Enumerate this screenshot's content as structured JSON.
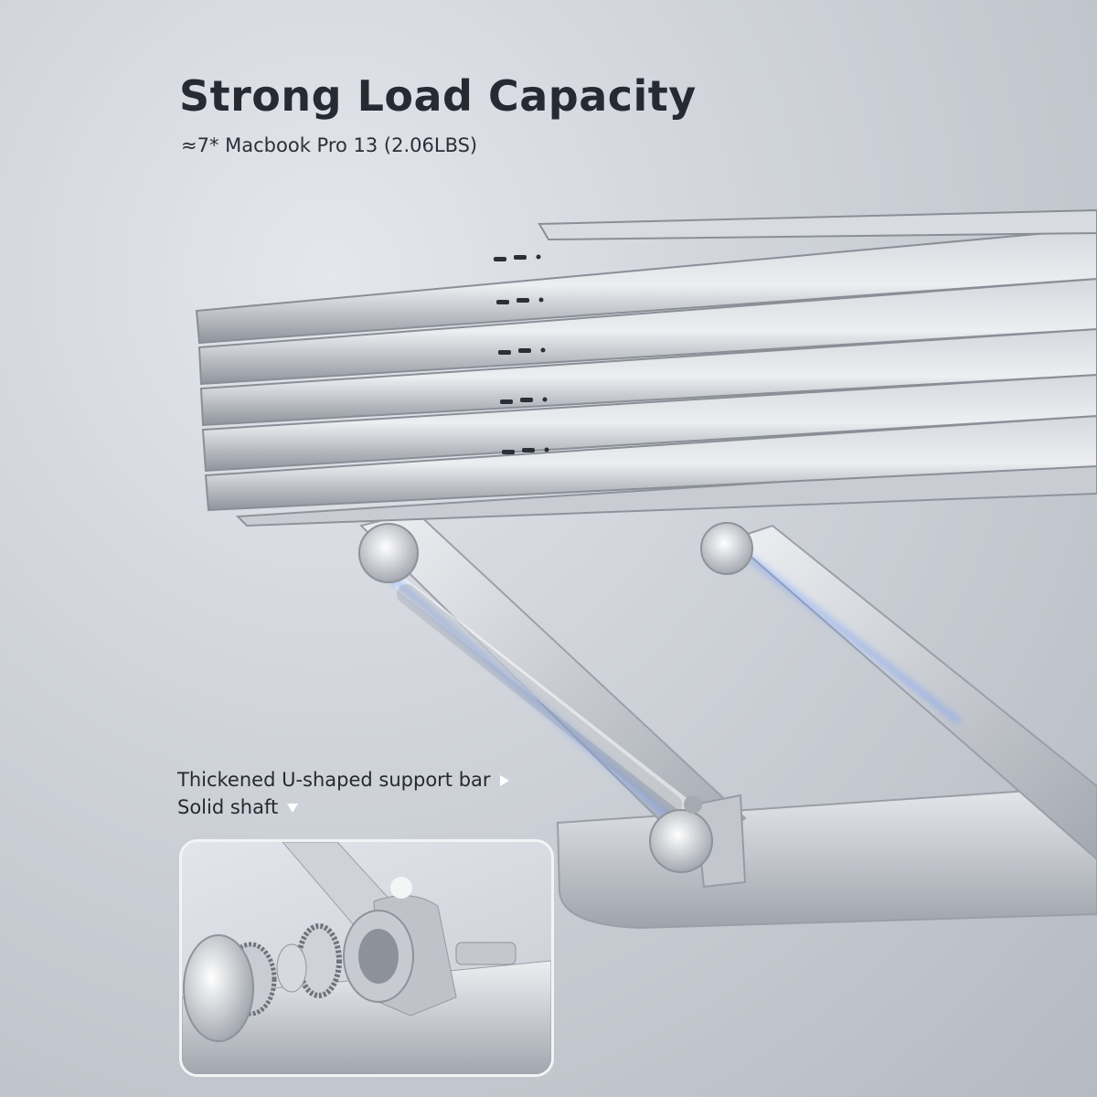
{
  "headline": "Strong Load Capacity",
  "subheadline": "≈7* Macbook Pro 13 (2.06LBS)",
  "callouts": [
    {
      "label": "Thickened U-shaped support bar",
      "arrow": "right-triangle-icon"
    },
    {
      "label": "Solid shaft",
      "arrow": "down-triangle-icon"
    }
  ],
  "colors": {
    "background": "#c9cdd4",
    "text": "#262a33",
    "aluminum": "#b8bcc3",
    "edge_glow": "#6f9bff"
  }
}
